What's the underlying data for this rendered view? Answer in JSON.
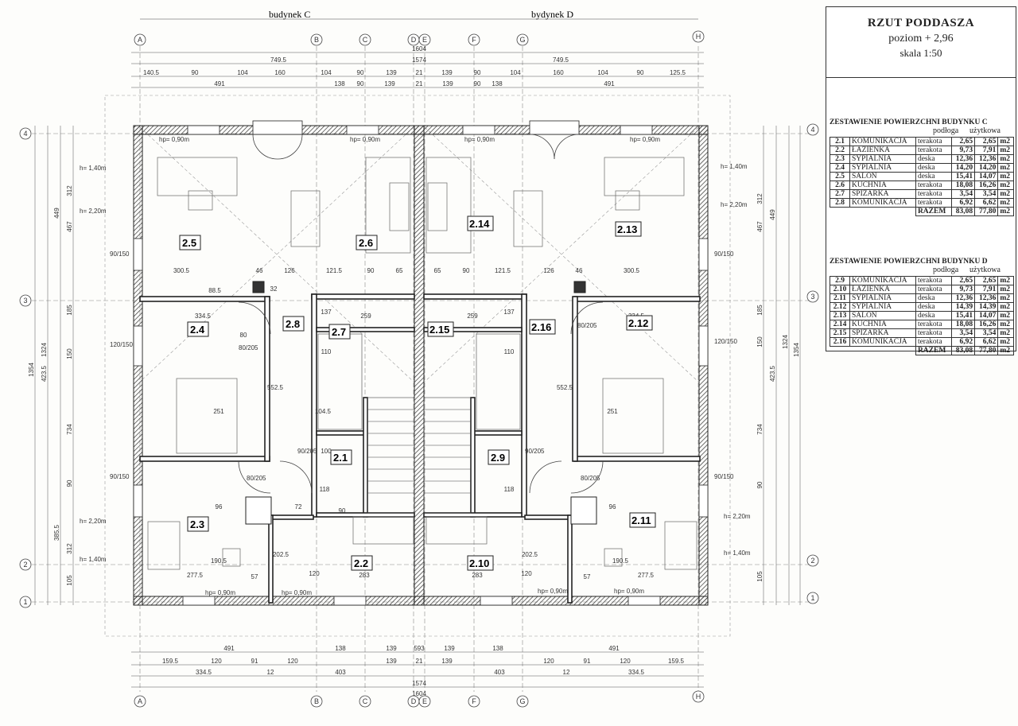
{
  "title_block": {
    "title": "RZUT PODDASZA",
    "level": "poziom + 2,96",
    "scale": "skala 1:50"
  },
  "building_labels": [
    "budynek C",
    "bydynek D"
  ],
  "axes": {
    "columns": [
      "A",
      "B",
      "C",
      "D",
      "E",
      "F",
      "G",
      "H"
    ],
    "rows": [
      "1",
      "2",
      "3",
      "4"
    ]
  },
  "tables": [
    {
      "title": "ZESTAWIENIE POWIERZCHNI BUDYNKU C",
      "col_floor": "podłoga",
      "col_usable": "użytkowa",
      "rows": [
        {
          "no": "2.1",
          "name": "KOMUNIKACJA",
          "finish": "terakota",
          "area": "2,65",
          "usable": "2,65",
          "unit": "m2"
        },
        {
          "no": "2.2",
          "name": "ŁAZIENKA",
          "finish": "terakota",
          "area": "9,73",
          "usable": "7,91",
          "unit": "m2"
        },
        {
          "no": "2.3",
          "name": "SYPIALNIA",
          "finish": "deska",
          "area": "12,36",
          "usable": "12,36",
          "unit": "m2"
        },
        {
          "no": "2.4",
          "name": "SYPIALNIA",
          "finish": "deska",
          "area": "14,20",
          "usable": "14,20",
          "unit": "m2"
        },
        {
          "no": "2.5",
          "name": "SALON",
          "finish": "deska",
          "area": "15,41",
          "usable": "14,07",
          "unit": "m2"
        },
        {
          "no": "2.6",
          "name": "KUCHNIA",
          "finish": "terakota",
          "area": "18,08",
          "usable": "16,26",
          "unit": "m2"
        },
        {
          "no": "2.7",
          "name": "SPIŻARKA",
          "finish": "terakota",
          "area": "3,54",
          "usable": "3,54",
          "unit": "m2"
        },
        {
          "no": "2.8",
          "name": "KOMUNIKACJA",
          "finish": "terakota",
          "area": "6,92",
          "usable": "6,62",
          "unit": "m2"
        }
      ],
      "total": {
        "label": "RAZEM",
        "area": "83,08",
        "usable": "77,80",
        "unit": "m2"
      }
    },
    {
      "title": "ZESTAWIENIE POWIERZCHNI BUDYNKU D",
      "col_floor": "podłoga",
      "col_usable": "użytkowa",
      "rows": [
        {
          "no": "2.9",
          "name": "KOMUNIKACJA",
          "finish": "terakota",
          "area": "2,65",
          "usable": "2,65",
          "unit": "m2"
        },
        {
          "no": "2.10",
          "name": "ŁAZIENKA",
          "finish": "terakota",
          "area": "9,73",
          "usable": "7,91",
          "unit": "m2"
        },
        {
          "no": "2.11",
          "name": "SYPIALNIA",
          "finish": "deska",
          "area": "12,36",
          "usable": "12,36",
          "unit": "m2"
        },
        {
          "no": "2.12",
          "name": "SYPIALNIA",
          "finish": "deska",
          "area": "14,39",
          "usable": "14,39",
          "unit": "m2"
        },
        {
          "no": "2.13",
          "name": "SALON",
          "finish": "deska",
          "area": "15,41",
          "usable": "14,07",
          "unit": "m2"
        },
        {
          "no": "2.14",
          "name": "KUCHNIA",
          "finish": "terakota",
          "area": "18,08",
          "usable": "16,26",
          "unit": "m2"
        },
        {
          "no": "2.15",
          "name": "SPIŻARKA",
          "finish": "terakota",
          "area": "3,54",
          "usable": "3,54",
          "unit": "m2"
        },
        {
          "no": "2.16",
          "name": "KOMUNIKACJA",
          "finish": "terakota",
          "area": "6,92",
          "usable": "6,62",
          "unit": "m2"
        }
      ],
      "total": {
        "label": "RAZEM",
        "area": "83,08",
        "usable": "77,80",
        "unit": "m2"
      }
    }
  ],
  "rooms": [
    "2.1",
    "2.2",
    "2.3",
    "2.4",
    "2.5",
    "2.6",
    "2.7",
    "2.8",
    "2.9",
    "2.10",
    "2.11",
    "2.12",
    "2.13",
    "2.14",
    "2.15",
    "2.16"
  ],
  "dims_top_overall": [
    "1604",
    "1574"
  ],
  "dims_top_half": [
    "749.5",
    "749.5"
  ],
  "dims_top_segments": [
    "140.5",
    "90",
    "104",
    "160",
    "104",
    "90",
    "139",
    "21",
    "139",
    "90",
    "104",
    "160",
    "104",
    "90",
    "125.5"
  ],
  "dims_top_inner": [
    "491",
    "138",
    "90",
    "139",
    "21",
    "139",
    "90",
    "138",
    "491"
  ],
  "dims_bottom_overall": [
    "1604",
    "1574"
  ],
  "dims_bottom_segments": [
    "159.5",
    "120",
    "91",
    "120",
    "139",
    "21",
    "139",
    "120",
    "91",
    "120",
    "159.5"
  ],
  "dims_bottom_inner": [
    "491",
    "138",
    "139",
    "593",
    "139",
    "138",
    "491"
  ],
  "dims_bottom_lower": [
    "334.5",
    "12",
    "403",
    "403",
    "12",
    "334.5"
  ],
  "dims_left": [
    "1354",
    "1324",
    "449",
    "467",
    "312",
    "734",
    "423.5",
    "385.5",
    "312",
    "185",
    "150",
    "90",
    "105"
  ],
  "dims_right": [
    "1354",
    "1324",
    "449",
    "467",
    "312",
    "734",
    "423.5",
    "185",
    "150",
    "90",
    "105"
  ],
  "interior_dims": [
    "300.5",
    "126",
    "46",
    "121.5",
    "90",
    "65",
    "65",
    "121.5",
    "90",
    "126",
    "46",
    "300.5",
    "334.5",
    "334.5",
    "259",
    "259",
    "137",
    "137",
    "110",
    "110",
    "552.5",
    "552.5",
    "251",
    "251",
    "277.5",
    "277.5",
    "283",
    "283",
    "202.5",
    "202.5",
    "190.5",
    "190.5",
    "57",
    "57",
    "120",
    "120",
    "96",
    "96",
    "100",
    "118",
    "118",
    "104.5",
    "72",
    "80",
    "90",
    "32",
    "88.5"
  ],
  "heights": [
    "h= 1,40m",
    "h= 2,20m",
    "hp= 0,90m"
  ],
  "door_dims": [
    "90/205",
    "80/205"
  ],
  "window_dims": [
    "90/150",
    "120/150"
  ]
}
